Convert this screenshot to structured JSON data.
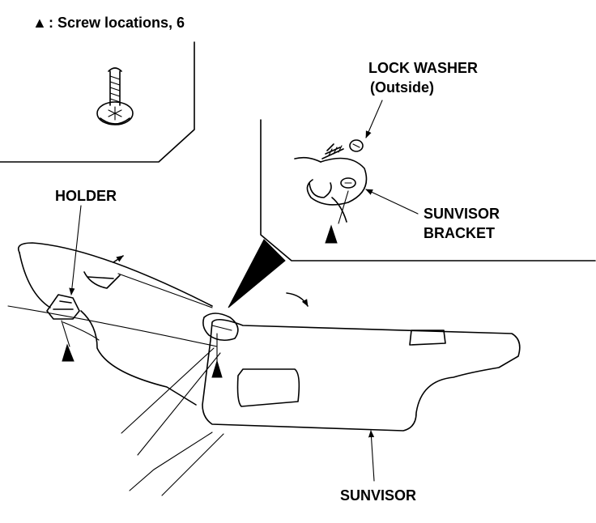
{
  "legend": {
    "symbol": "▲",
    "text": ": Screw locations, 6"
  },
  "labels": {
    "lock_washer_line1": "LOCK WASHER",
    "lock_washer_line2": "(Outside)",
    "holder": "HOLDER",
    "sunvisor_bracket_line1": "SUNVISOR",
    "sunvisor_bracket_line2": "BRACKET",
    "sunvisor": "SUNVISOR"
  },
  "colors": {
    "ink": "#000000",
    "paper": "#ffffff"
  }
}
